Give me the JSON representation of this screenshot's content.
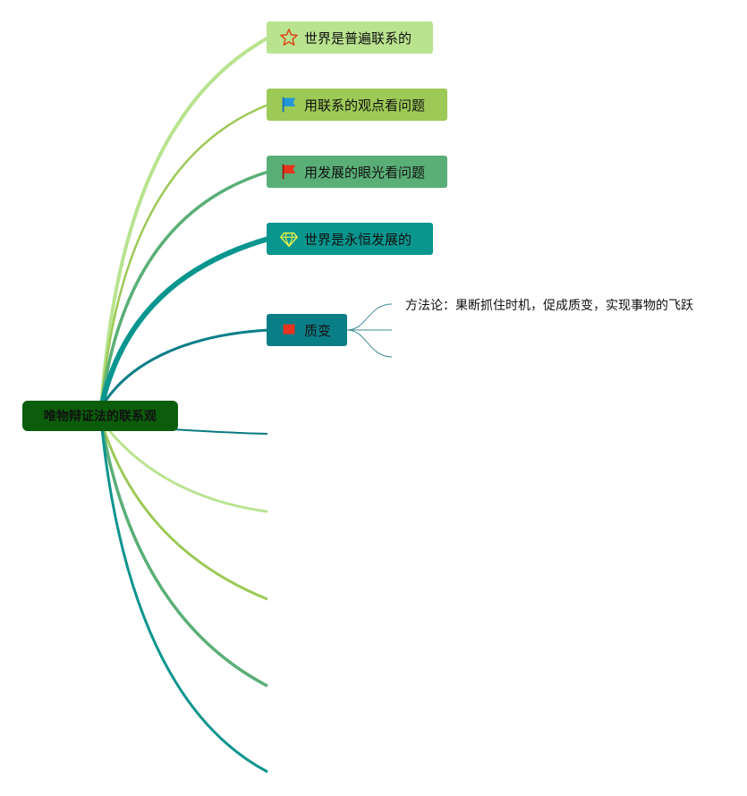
{
  "root": {
    "label": "唯物辩证法的联系观"
  },
  "topics": [
    {
      "label": "世界是普遍联系的",
      "icon": "star-icon",
      "color": "#b9e38f"
    },
    {
      "label": "用联系的观点看问题",
      "icon": "blue-flag-icon",
      "color": "#9dc957"
    },
    {
      "label": "用发展的眼光看问题",
      "icon": "red-flag-icon",
      "color": "#5aaf77"
    },
    {
      "label": "世界是永恒发展的",
      "icon": "diamond-icon",
      "color": "#08968f"
    },
    {
      "label": "质变",
      "icon": "red-flag-icon",
      "color": "#0a7e87"
    }
  ],
  "subtopic_note": "方法论：果断抓住时机，促成质变，实现事物的飞跃",
  "colors": {
    "root_bg": "#0b5d0b",
    "branch_teal": "#087a7f",
    "branch_light_green": "#b9e38f",
    "branch_green": "#9dc957",
    "branch_mid_green": "#5aaf77",
    "branch_sea": "#0e958e"
  }
}
